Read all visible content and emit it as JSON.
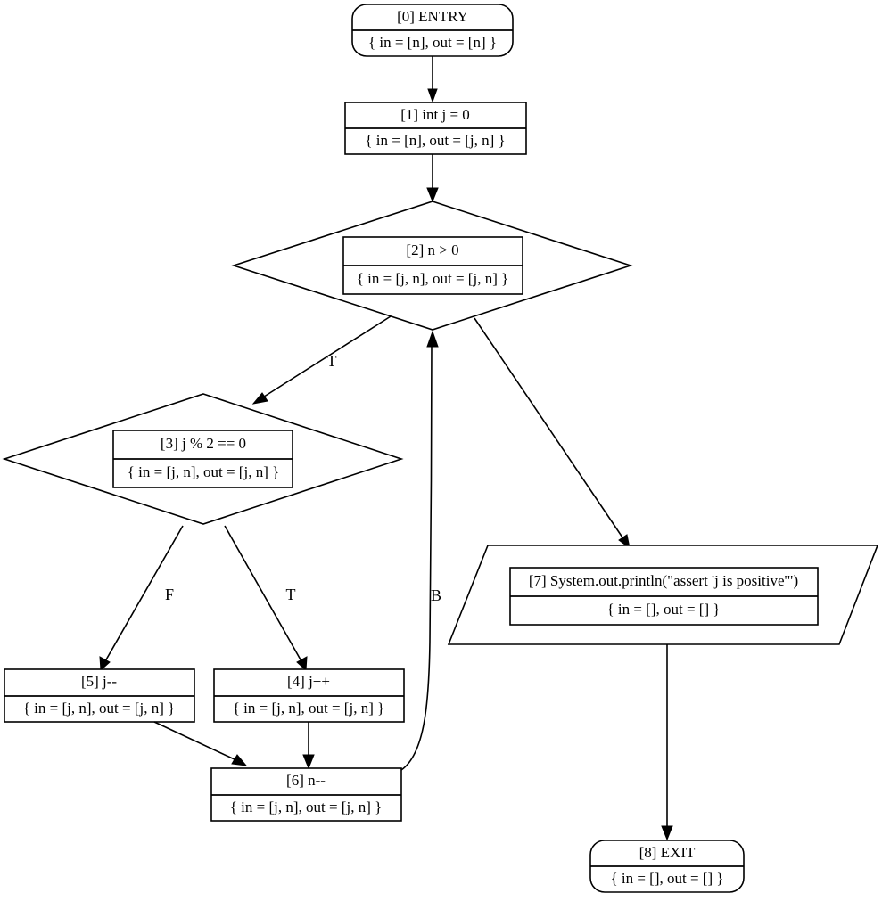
{
  "graph": {
    "type": "control-flow-graph",
    "title": "",
    "nodes": [
      {
        "id": "0",
        "shape": "rounded-rect",
        "label": "[0] ENTRY",
        "state": "{ in = [n], out = [n] }"
      },
      {
        "id": "1",
        "shape": "rect",
        "label": "[1] int j = 0",
        "state": "{ in = [n], out = [j, n] }"
      },
      {
        "id": "2",
        "shape": "diamond",
        "label": "[2] n > 0",
        "state": "{ in = [j, n], out = [j, n] }"
      },
      {
        "id": "3",
        "shape": "diamond",
        "label": "[3] j % 2 == 0",
        "state": "{ in = [j, n], out = [j, n] }"
      },
      {
        "id": "4",
        "shape": "rect",
        "label": "[4] j++",
        "state": "{ in = [j, n], out = [j, n] }"
      },
      {
        "id": "5",
        "shape": "rect",
        "label": "[5] j--",
        "state": "{ in = [j, n], out = [j, n] }"
      },
      {
        "id": "6",
        "shape": "rect",
        "label": "[6] n--",
        "state": "{ in = [j, n], out = [j, n] }"
      },
      {
        "id": "7",
        "shape": "parallelogram",
        "label": "[7] System.out.println(\"assert 'j is positive'\")",
        "state": "{ in = [], out = [] }"
      },
      {
        "id": "8",
        "shape": "rounded-rect",
        "label": "[8] EXIT",
        "state": "{ in = [], out = [] }"
      }
    ],
    "edges": [
      {
        "from": "0",
        "to": "1",
        "label": ""
      },
      {
        "from": "1",
        "to": "2",
        "label": ""
      },
      {
        "from": "2",
        "to": "3",
        "label": "T"
      },
      {
        "from": "2",
        "to": "7",
        "label": ""
      },
      {
        "from": "3",
        "to": "5",
        "label": "F"
      },
      {
        "from": "3",
        "to": "4",
        "label": "T"
      },
      {
        "from": "5",
        "to": "6",
        "label": ""
      },
      {
        "from": "4",
        "to": "6",
        "label": ""
      },
      {
        "from": "6",
        "to": "2",
        "label": "B"
      },
      {
        "from": "7",
        "to": "8",
        "label": ""
      }
    ],
    "edge_labels": {
      "true_branch": "T",
      "false_branch": "F",
      "back_edge": "B"
    },
    "colors": {
      "background": "#ffffff",
      "stroke": "#000000",
      "text": "#000000"
    }
  }
}
